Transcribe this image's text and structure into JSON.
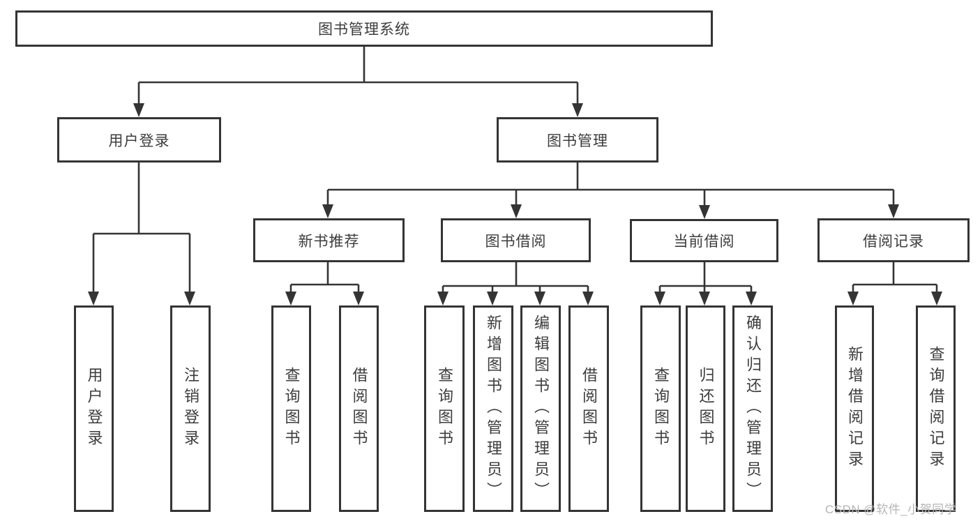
{
  "diagram": {
    "title": "图书管理系统",
    "nodes": {
      "root": "图书管理系统",
      "level2": [
        "用户登录",
        "图书管理"
      ],
      "level3": [
        "新书推荐",
        "图书借阅",
        "当前借阅",
        "借阅记录"
      ],
      "leaves_user_login": [
        "用户登录",
        "注销登录"
      ],
      "leaves_new_book": [
        "查询图书",
        "借阅图书"
      ],
      "leaves_book_borrow": [
        "查询图书",
        "新增图书（管理员）",
        "编辑图书（管理员）",
        "借阅图书"
      ],
      "leaves_current_borrow": [
        "查询图书",
        "归还图书",
        "确认归还（管理员）"
      ],
      "leaves_borrow_records": [
        "新增借阅记录",
        "查询借阅记录"
      ]
    },
    "colors": {
      "line": "#343434",
      "box_border": "#343434",
      "text": "#3c3c3c",
      "background": "#ffffff",
      "watermark": "#b5b5b5"
    }
  },
  "watermark": {
    "text": "CSDN @软件_小贺同学"
  }
}
